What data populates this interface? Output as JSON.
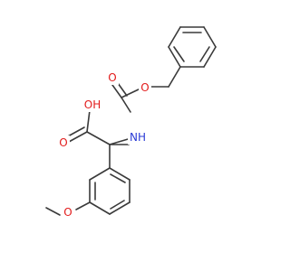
{
  "molecule": {
    "colors": {
      "carbon_bond": "#3a3a3a",
      "oxygen": "#e21b1b",
      "nitrogen": "#2a3bd6",
      "background": "#ffffff"
    },
    "labels": {
      "hydroxyl": "OH",
      "acid_carbonyl_oxygen": "O",
      "amine": "NH",
      "carbamate_carbonyl_oxygen": "O",
      "ester_oxygen": "O",
      "methoxy_oxygen": "O"
    }
  }
}
